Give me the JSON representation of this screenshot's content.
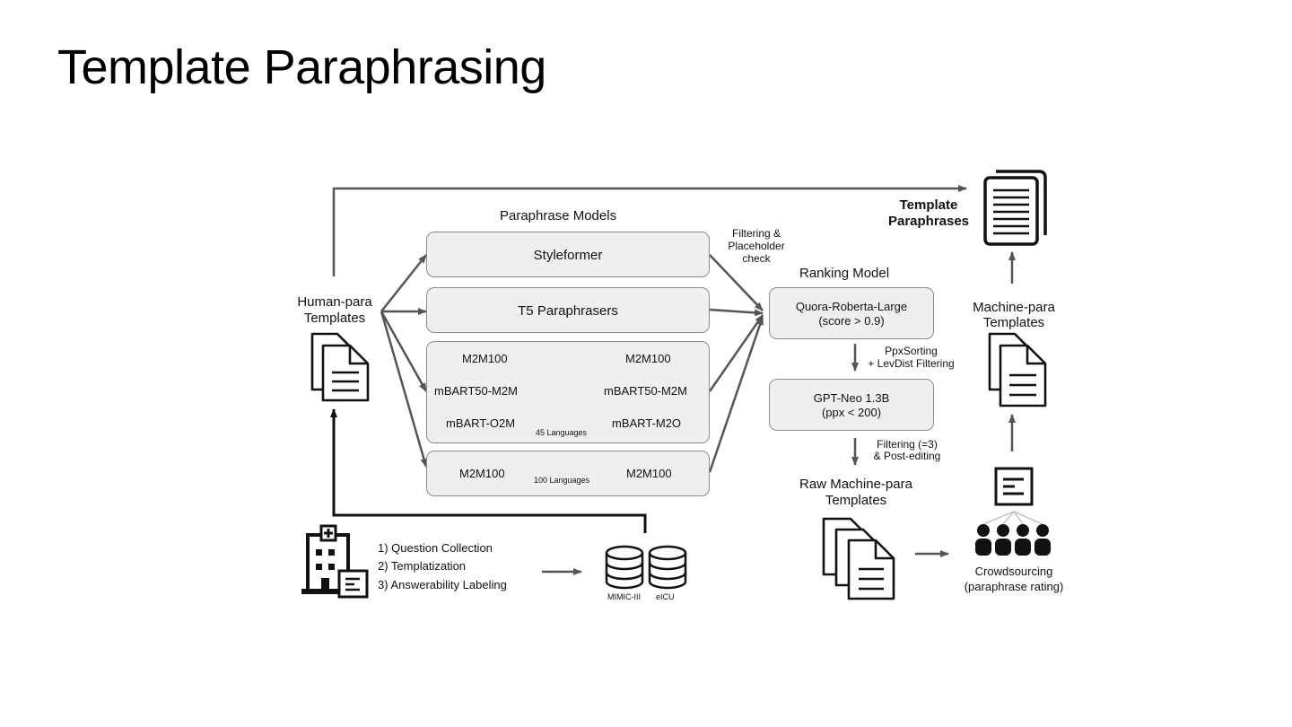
{
  "slide": {
    "title": "Template Paraphrasing"
  },
  "left": {
    "human_para": "Human-para\nTemplates",
    "steps": [
      "1) Question Collection",
      "2) Templatization",
      "3) Answerability Labeling"
    ],
    "db_labels": [
      "MIMIC-III",
      "eICU"
    ]
  },
  "models": {
    "heading": "Paraphrase Models",
    "styleformer": "Styleformer",
    "t5": "T5 Paraphrasers",
    "backtrans": {
      "left": [
        "M2M100",
        "mBART50-M2M",
        "mBART-O2M"
      ],
      "right": [
        "M2M100",
        "mBART50-M2M",
        "mBART-M2O"
      ],
      "languages": "45 Languages"
    },
    "m2m": {
      "left": "M2M100",
      "right": "M2M100",
      "languages": "100 Languages"
    },
    "filter_note": "Filtering &\nPlaceholder\ncheck"
  },
  "ranking": {
    "heading": "Ranking Model",
    "quora": "Quora-Roberta-Large\n(score > 0.9)",
    "ppx_note": "PpxSorting\n+ LevDist Filtering",
    "gpt": "GPT-Neo 1.3B\n(ppx < 200)",
    "post_note": "Filtering (=3)\n& Post-editing",
    "raw": "Raw Machine-para\nTemplates"
  },
  "right": {
    "template_para": "Template\nParaphrases",
    "machine_para": "Machine-para\nTemplates",
    "crowd": "Crowdsourcing\n(paraphrase rating)"
  },
  "colors": {
    "box_fill": "#efefef",
    "box_border": "#8a8a8a",
    "arrow": "#555555",
    "icon": "#111111"
  }
}
